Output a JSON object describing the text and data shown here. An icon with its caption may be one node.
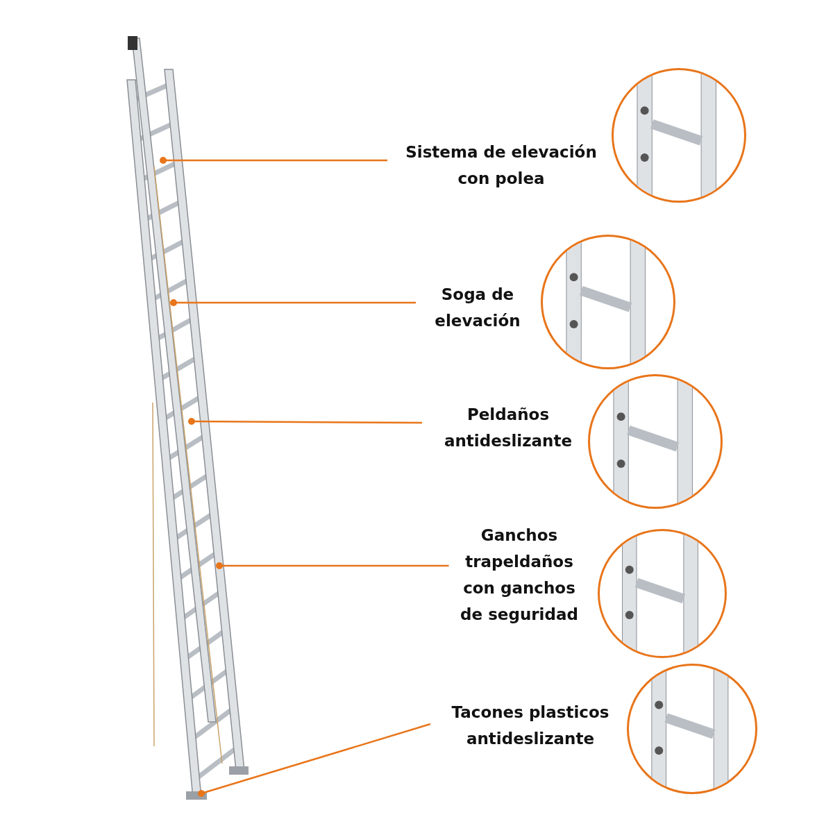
{
  "diagram": {
    "nodes": [
      {
        "text": [
          "Sistema de elevación con polea"
        ]
      },
      {
        "text": [],
        "shape": "picture"
      },
      {
        "text": [
          "Soga de elevación"
        ]
      },
      {
        "text": [],
        "shape": "picture"
      },
      {
        "text": [
          "Peldaños antideslizante"
        ]
      },
      {
        "text": [],
        "shape": "picture"
      },
      {
        "text": [
          "Ganchos trapeldaños con ganchos de seguridad"
        ]
      },
      {
        "text": [],
        "shape": "picture"
      },
      {
        "text": [
          "Tacones plasticos antideslizante"
        ]
      },
      {
        "text": [],
        "shape": "picture"
      }
    ],
    "edges": [
      {
        "from": 0,
        "to": null,
        "arrow": "other"
      },
      {
        "from": 2,
        "to": null,
        "arrow": "other"
      },
      {
        "from": 4,
        "to": null,
        "arrow": "other"
      },
      {
        "from": 6,
        "to": null,
        "arrow": "other"
      },
      {
        "from": 8,
        "to": null,
        "arrow": "other"
      }
    ]
  }
}
